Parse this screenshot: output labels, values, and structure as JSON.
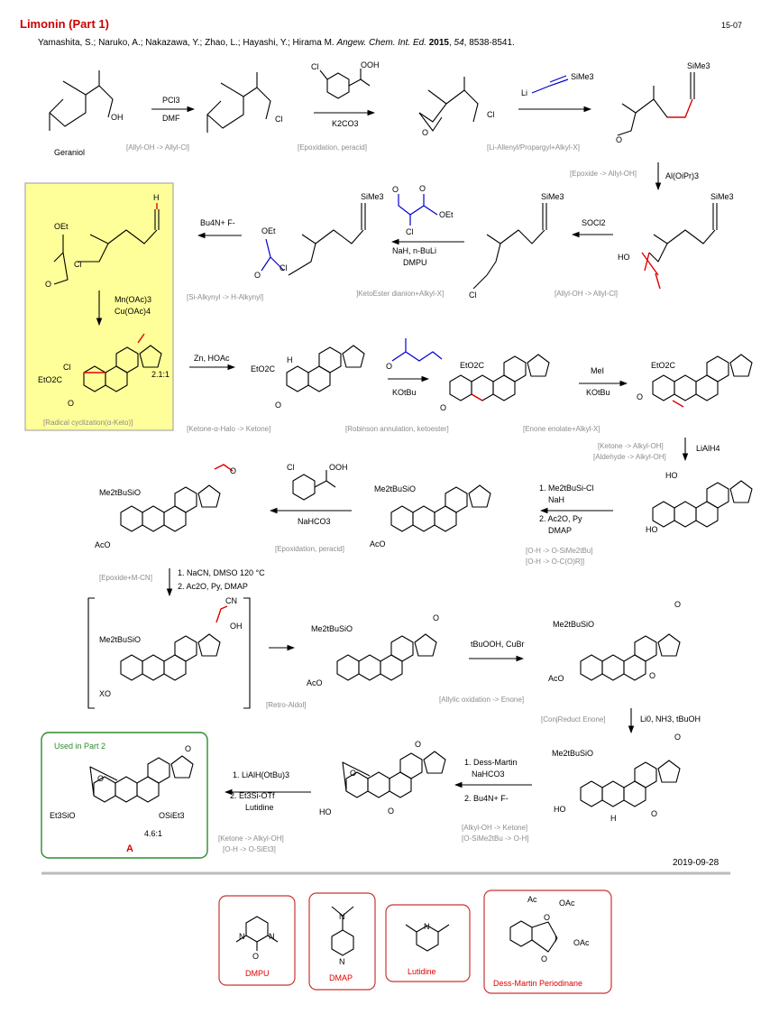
{
  "header": {
    "title": "Limonin (Part 1)",
    "page_code": "15-07",
    "citation_authors": "Yamashita, S.; Naruko, A.; Nakazawa, Y.; Zhao, L.; Hayashi, Y.; Hirama M.",
    "citation_journal": "Angew. Chem. Int. Ed.",
    "citation_year": "2015",
    "citation_volume": "54",
    "citation_pages": "8538-8541."
  },
  "compounds": {
    "geraniol": "Geraniol",
    "final_label": "A",
    "used_in_part2": "Used in Part 2",
    "radical_ratio": "2.1:1",
    "final_ratio": "4.6:1"
  },
  "steps": [
    {
      "id": "s1",
      "reagents": [
        "PCl3",
        "DMF"
      ],
      "note": "[Allyl-OH -> Allyl-Cl]"
    },
    {
      "id": "s2",
      "reagents": [
        "K2CO3"
      ],
      "note": "[Epoxidation, peracid]"
    },
    {
      "id": "s3",
      "reagents": [
        "Li",
        "SiMe3"
      ],
      "note": "[Li-Allenyl/Propargyl+Alkyl-X]"
    },
    {
      "id": "s4",
      "reagents": [
        "Al(OiPr)3"
      ],
      "note": "[Epoxide -> Allyl-OH]"
    },
    {
      "id": "s5",
      "reagents": [
        "SOCl2"
      ],
      "note": "[Allyl-OH -> Allyl-Cl]"
    },
    {
      "id": "s6",
      "reagents": [
        "NaH, n-BuLi",
        "DMPU"
      ],
      "note": "]KetoEster dianion+Alkyl-X]"
    },
    {
      "id": "s7",
      "reagents": [
        "Bu4N+ F-"
      ],
      "note": "[Si-Alkynyl -> H-Alkynyl]"
    },
    {
      "id": "s8",
      "reagents": [
        "Mn(OAc)3",
        "Cu(OAc)4"
      ],
      "note": "[Radical cyclization(α-Keto)]"
    },
    {
      "id": "s9",
      "reagents": [
        "Zn, HOAc"
      ],
      "note": "[Ketone-α-Halo -> Ketone]"
    },
    {
      "id": "s10",
      "reagents": [
        "KOtBu"
      ],
      "note": "[Robinson annulation, ketoester]"
    },
    {
      "id": "s11",
      "reagents": [
        "MeI",
        "KOtBu"
      ],
      "note": "[Enone enolate+Alkyl-X]"
    },
    {
      "id": "s12",
      "reagents": [
        "LiAlH4"
      ],
      "note1": "[Ketone -> Alkyl-OH]",
      "note2": "[Aldehyde -> Alkyl-OH]"
    },
    {
      "id": "s13",
      "reagents": [
        "1. Me2tBuSi-Cl",
        "NaH",
        "2. Ac2O, Py",
        "DMAP"
      ],
      "note1": "[O-H -> O-SiMe2tBu]",
      "note2": "[O-H -> O-C(O)R]]"
    },
    {
      "id": "s14",
      "reagents": [
        "NaHCO3"
      ],
      "note": "[Epoxidation, peracid]"
    },
    {
      "id": "s15",
      "reagents": [
        "1. NaCN, DMSO  120 °C",
        "2. Ac2O, Py, DMAP"
      ],
      "note": "[Epoxide+M-CN]"
    },
    {
      "id": "s16",
      "reagents": [],
      "note": "[Retro-Aldol]"
    },
    {
      "id": "s17",
      "reagents": [
        "tBuOOH, CuBr"
      ],
      "note": "[Allylic oxidation -> Enone]"
    },
    {
      "id": "s18",
      "reagents": [
        "Li0, NH3, tBuOH"
      ],
      "note": "[ConjReduct    Enone]"
    },
    {
      "id": "s19",
      "reagents": [
        "1. Dess-Martin",
        "NaHCO3",
        "2. Bu4N+ F-"
      ],
      "note1": "[Alkyl-OH -> Ketone]",
      "note2": "[O-SiMe2tBu -> O-H]"
    },
    {
      "id": "s20",
      "reagents": [
        "1. LiAlH(OtBu)3",
        "2. Et3Si-OTf",
        "Lutidine"
      ],
      "note1": "[Ketone -> Alkyl-OH]",
      "note2": "[O-H -> O-SiEt3]"
    }
  ],
  "date": "2019-09-28",
  "reagent_boxes": [
    "DMPU",
    "DMAP",
    "Lutidine",
    "Dess-Martin Periodinane"
  ],
  "colors": {
    "title": "#cc0000",
    "red": "#e00000",
    "blue": "#0000cc",
    "green": "#008000",
    "gray": "#8c8c8c",
    "highlight": "#ffff99"
  }
}
